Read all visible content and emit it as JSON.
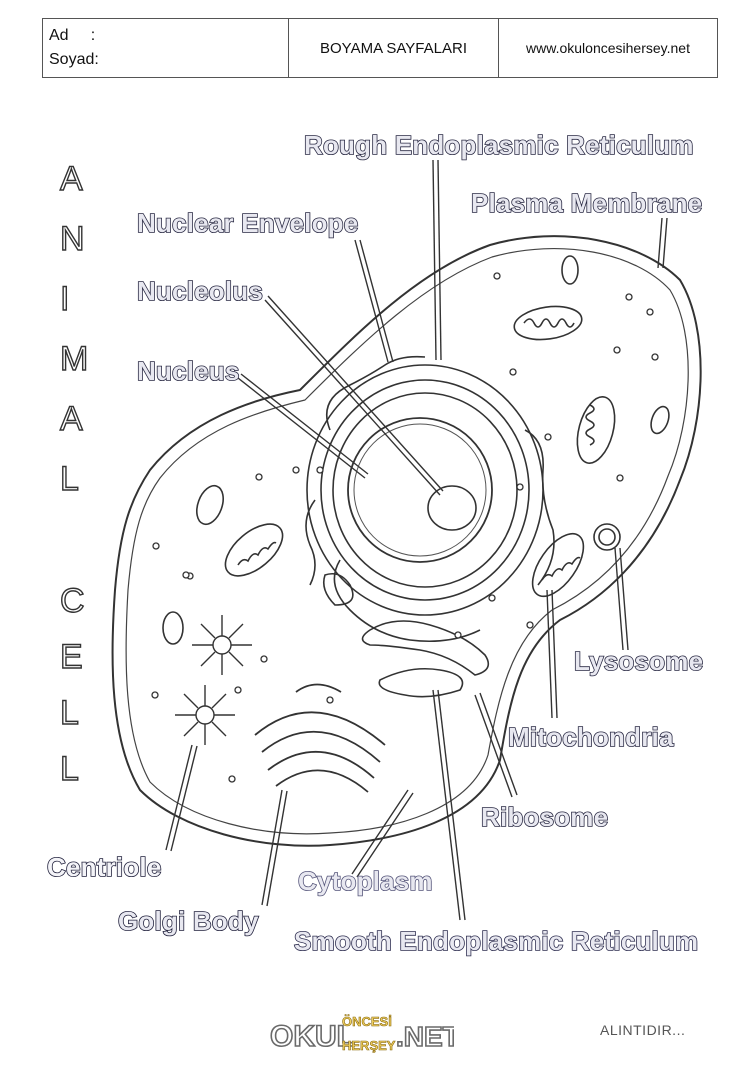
{
  "header": {
    "name_label": "Ad     :",
    "surname_label": "Soyad:",
    "title": "BOYAMA SAYFALARI",
    "url": "www.okuloncesihersey.net"
  },
  "side_title": {
    "word1": [
      "A",
      "N",
      "I",
      "M",
      "A",
      "L"
    ],
    "word2": [
      "C",
      "E",
      "L",
      "L"
    ]
  },
  "labels": {
    "rough_er": "Rough Endoplasmic Reticulum",
    "plasma_membrane": "Plasma Membrane",
    "nuclear_envelope": "Nuclear Envelope",
    "nucleolus": "Nucleolus",
    "nucleus": "Nucleus",
    "lysosome": "Lysosome",
    "mitochondria": "Mitochondria",
    "ribosome": "Ribosome",
    "centriole": "Centriole",
    "cytoplasm": "Cytoplasm",
    "golgi_body": "Golgi Body",
    "smooth_er": "Smooth Endoplasmic Reticulum"
  },
  "footer": {
    "logo_okul": "OKUL",
    "logo_oncesi": "ÖNCESİ",
    "logo_hersey": "HERŞEY",
    "logo_net": ".NET",
    "note": "ALINTIDIR..."
  }
}
